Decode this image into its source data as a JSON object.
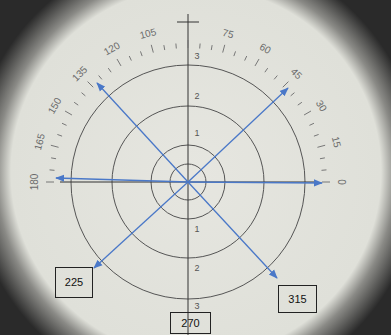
{
  "diagram": {
    "nodes": [
      {
        "text": [
          "225"
        ]
      },
      {
        "text": [
          "315"
        ]
      },
      {
        "text": [
          "270"
        ]
      }
    ],
    "labels": [
      "180",
      "165",
      "150",
      "135",
      "120",
      "105",
      "75",
      "60",
      "45",
      "30",
      "15",
      "0",
      "3",
      "2",
      "1",
      "1",
      "2",
      "3"
    ]
  }
}
